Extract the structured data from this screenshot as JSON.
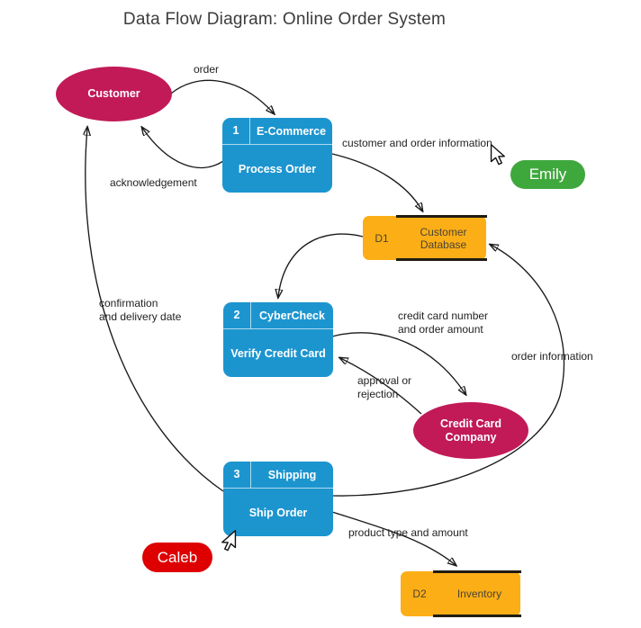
{
  "title": "Data Flow Diagram: Online Order System",
  "nodes": {
    "customer": {
      "type": "external-entity",
      "label": "Customer"
    },
    "process_order": {
      "type": "process",
      "number": "1",
      "system": "E-Commerce",
      "label": "Process Order"
    },
    "customer_database": {
      "type": "data-store",
      "id": "D1",
      "label": "Customer\nDatabase"
    },
    "verify_credit_card": {
      "type": "process",
      "number": "2",
      "system": "CyberCheck",
      "label": "Verify Credit Card"
    },
    "credit_card_company": {
      "type": "external-entity",
      "label": "Credit Card\nCompany"
    },
    "ship_order": {
      "type": "process",
      "number": "3",
      "system": "Shipping",
      "label": "Ship Order"
    },
    "inventory": {
      "type": "data-store",
      "id": "D2",
      "label": "Inventory"
    }
  },
  "flows": [
    {
      "label": "order",
      "from": "Customer",
      "to": "Process Order"
    },
    {
      "label": "customer and order information",
      "from": "Process Order",
      "to": "Customer Database"
    },
    {
      "label": "acknowledgement",
      "from": "Process Order",
      "to": "Customer"
    },
    {
      "label": "",
      "from": "Customer Database",
      "to": "Verify Credit Card"
    },
    {
      "label": "confirmation\nand delivery date",
      "from": "Ship Order",
      "to": "Customer"
    },
    {
      "label": "credit card number\nand order amount",
      "from": "Verify Credit Card",
      "to": "Credit Card Company"
    },
    {
      "label": "approval or\nrejection",
      "from": "Credit Card Company",
      "to": "Verify Credit Card"
    },
    {
      "label": "order information",
      "from": "Ship Order",
      "to": "Customer Database"
    },
    {
      "label": "product type and amount",
      "from": "Ship Order",
      "to": "Inventory"
    }
  ],
  "cursors": [
    {
      "name": "Emily",
      "color": "#3fa83d"
    },
    {
      "name": "Caleb",
      "color": "#de0000"
    }
  ],
  "colors": {
    "process": "#1c95cf",
    "data_store": "#fcae16",
    "external_entity": "#c11a57",
    "connector": "#1a1a1a",
    "title_text": "#3c3c3c"
  }
}
